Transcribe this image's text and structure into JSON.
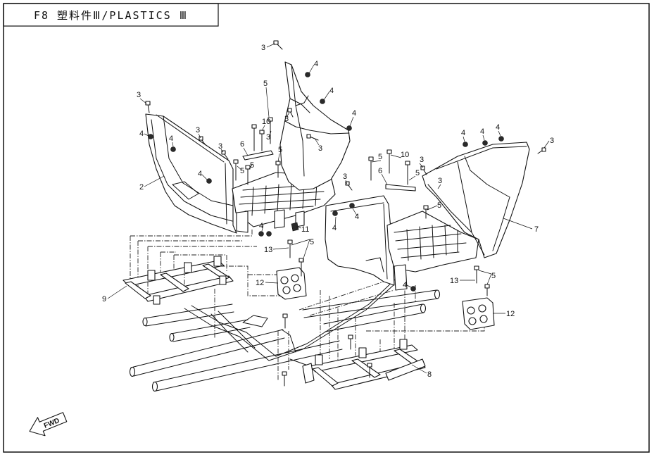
{
  "title": "F8 塑料件Ⅲ/PLASTICS Ⅲ",
  "fwd_label": "FWD",
  "callouts": [
    "3",
    "4",
    "4",
    "4",
    "3",
    "5",
    "10",
    "3",
    "3",
    "5",
    "6",
    "5",
    "5",
    "3",
    "4",
    "4",
    "3",
    "3",
    "4",
    "2",
    "4",
    "11",
    "13",
    "5",
    "12",
    "9",
    "3",
    "4",
    "4",
    "5",
    "10",
    "6",
    "3",
    "5",
    "3",
    "5",
    "4",
    "4",
    "4",
    "3",
    "7",
    "4",
    "13",
    "5",
    "12",
    "8"
  ]
}
